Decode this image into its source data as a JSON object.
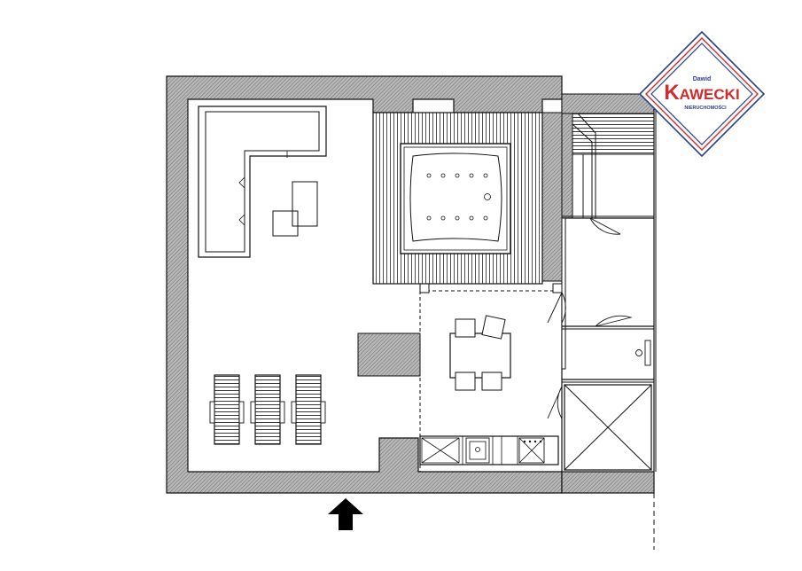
{
  "logo": {
    "first_name": "Dawid",
    "brand_initial": "K",
    "brand_rest": "AWECKI",
    "tagline": "NIERUCHOMOŚCI"
  },
  "colors": {
    "wall_fill": "#9c9c9c",
    "line": "#111111",
    "logo_red": "#d42a2a",
    "logo_blue": "#2c3f8c"
  }
}
